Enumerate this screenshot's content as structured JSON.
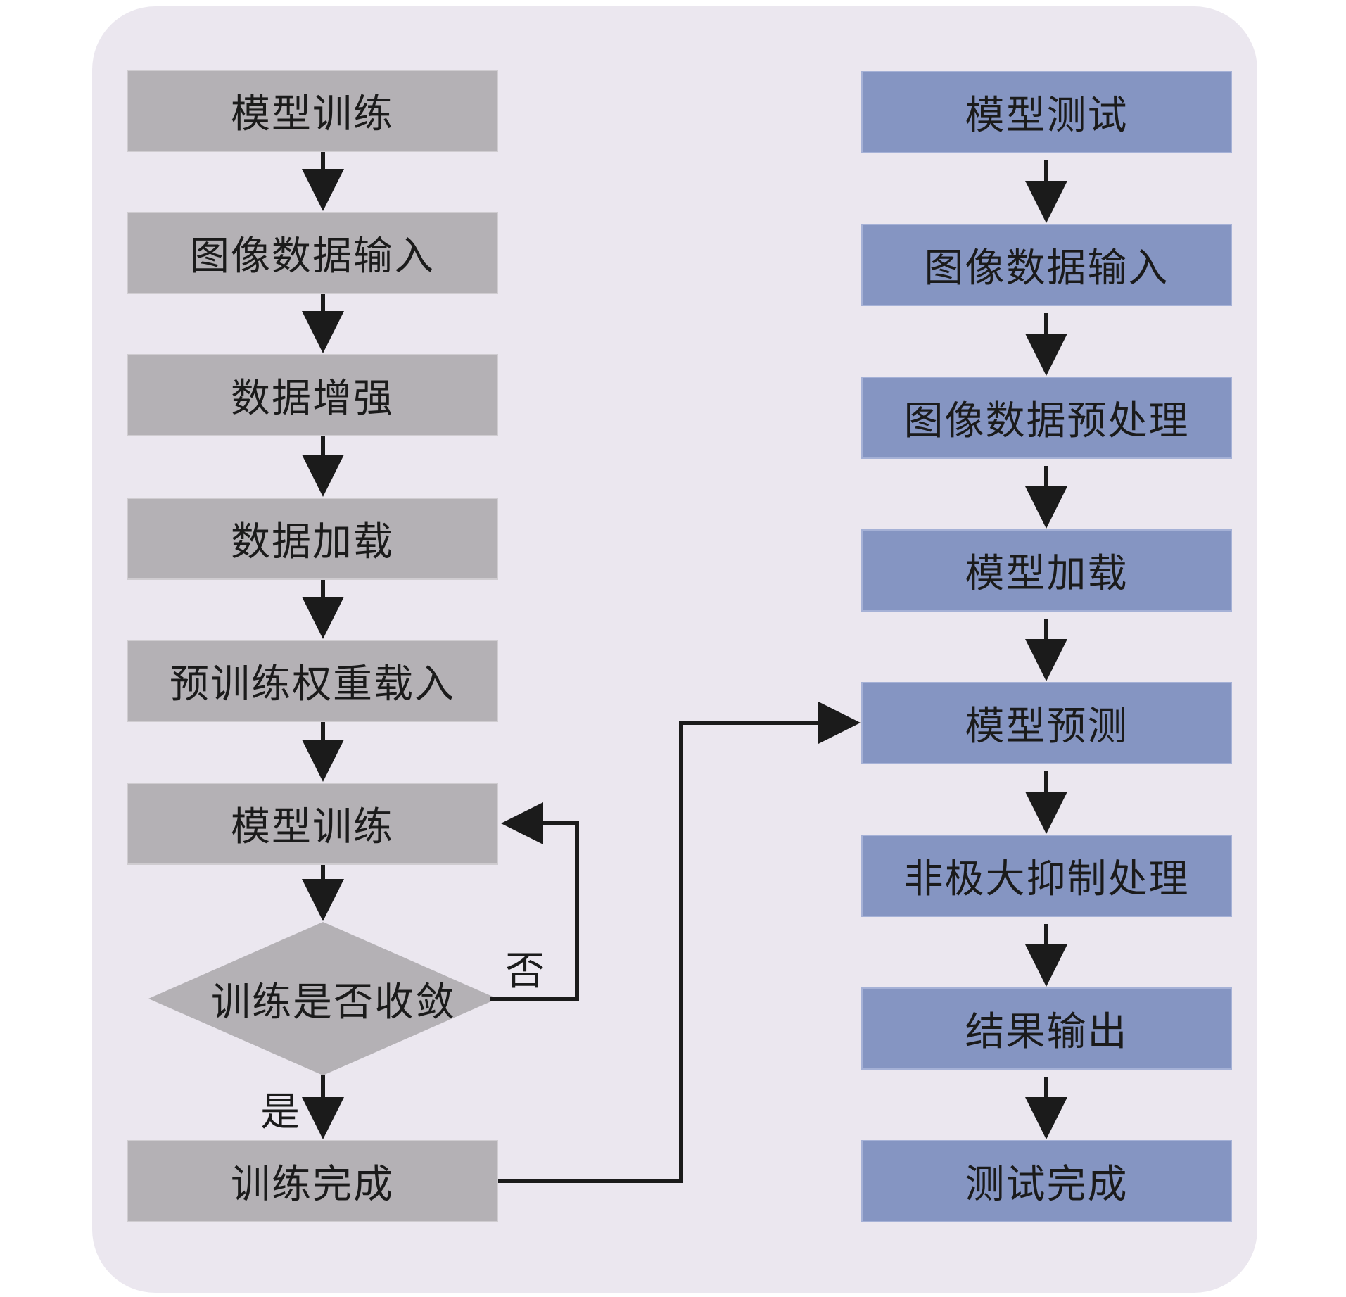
{
  "training": {
    "steps": [
      "模型训练",
      "图像数据输入",
      "数据增强",
      "数据加载",
      "预训练权重载入",
      "模型训练"
    ],
    "decision": "训练是否收敛",
    "no_label": "否",
    "yes_label": "是",
    "done": "训练完成"
  },
  "testing": {
    "steps": [
      "模型测试",
      "图像数据输入",
      "图像数据预处理",
      "模型加载",
      "模型预测",
      "非极大抑制处理",
      "结果输出",
      "测试完成"
    ]
  },
  "colors": {
    "panel": "#ebe7ef",
    "training_box": "#b4b1b5",
    "testing_box": "#8595c2",
    "arrow": "#1b1b1b"
  }
}
